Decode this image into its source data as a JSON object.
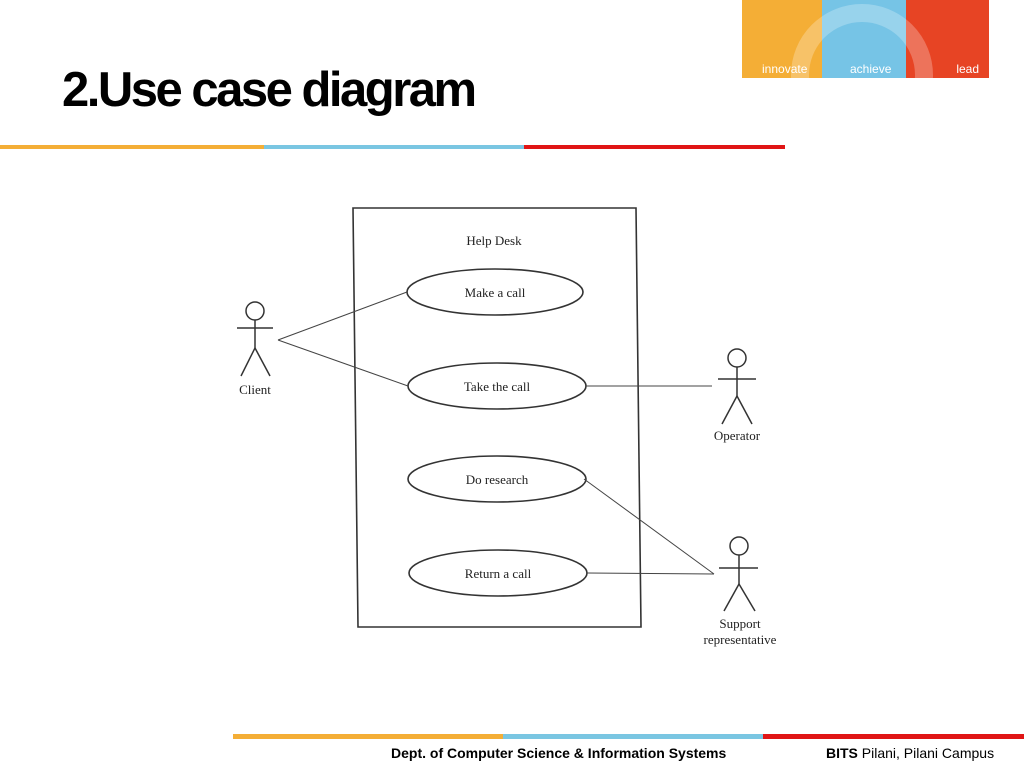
{
  "slide": {
    "title": "2.Use case diagram"
  },
  "brand": {
    "segments": [
      {
        "label": "innovate",
        "color": "#F4AE36"
      },
      {
        "label": "achieve",
        "color": "#76C4E6"
      },
      {
        "label": "lead",
        "color": "#E74424"
      }
    ]
  },
  "colors": {
    "orange": "#F4AE36",
    "blue": "#7AC6E2",
    "red": "#E01515"
  },
  "diagram": {
    "system_label": "Help Desk",
    "use_cases": [
      {
        "label": "Make a call"
      },
      {
        "label": "Take the call"
      },
      {
        "label": "Do research"
      },
      {
        "label": "Return a call"
      }
    ],
    "actors": [
      {
        "label": "Client"
      },
      {
        "label": "Operator"
      },
      {
        "label_line1": "Support",
        "label_line2": "representative"
      }
    ]
  },
  "footer": {
    "department": "Dept. of Computer Science & Information Systems",
    "institute_bold": "BITS",
    "institute_rest": " Pilani, Pilani Campus"
  }
}
